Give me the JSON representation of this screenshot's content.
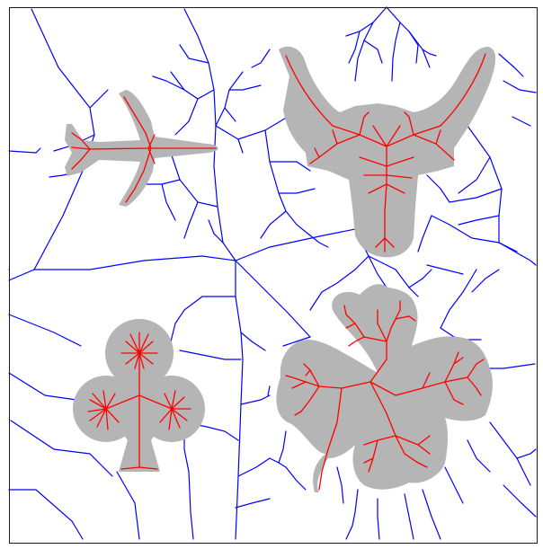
{
  "colors": {
    "background": "#ffffff",
    "frame": "#1a1a1a",
    "shape_fill": "#b5b5b5",
    "foreground_skeleton": "#ff0000",
    "background_skeleton": "#0000ff"
  },
  "shapes": [
    {
      "name": "airplane"
    },
    {
      "name": "bull-head"
    },
    {
      "name": "club"
    },
    {
      "name": "four-leaf-clover"
    }
  ]
}
